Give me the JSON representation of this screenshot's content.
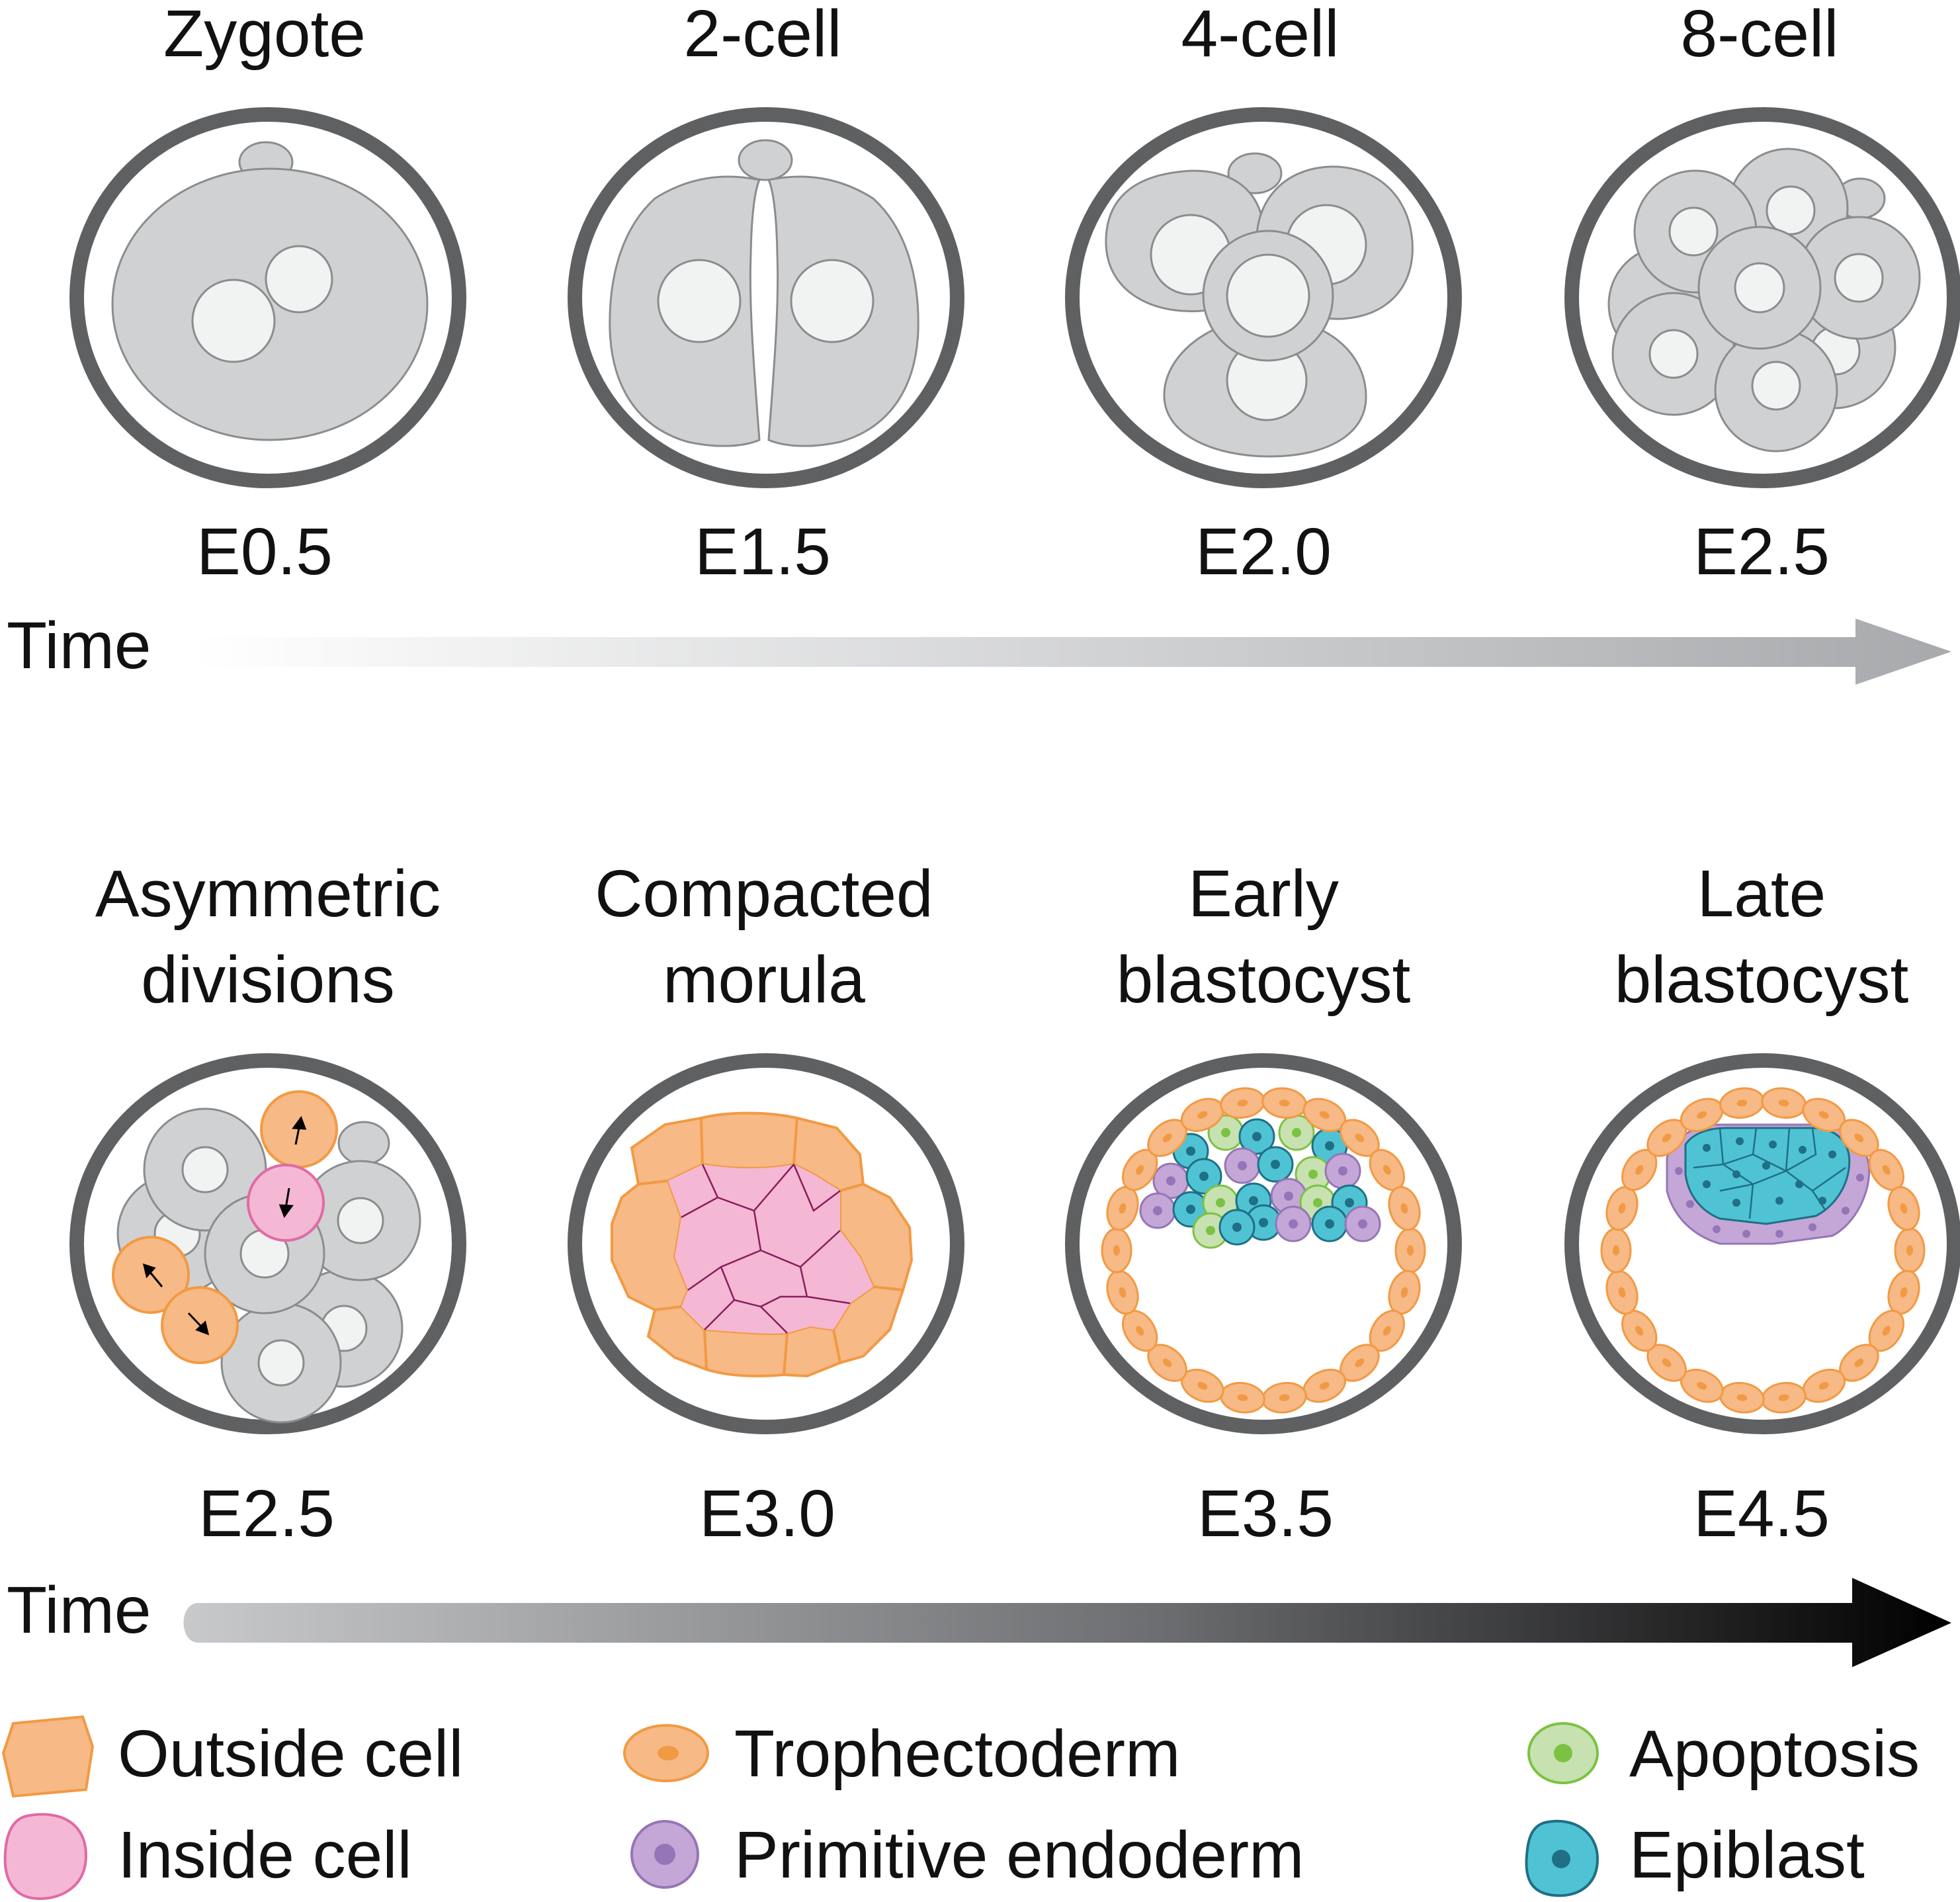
{
  "stages": [
    {
      "name": "Zygote",
      "time": "E0.5"
    },
    {
      "name": "2-cell",
      "time": "E1.5"
    },
    {
      "name": "4-cell",
      "time": "E2.0"
    },
    {
      "name": "8-cell",
      "time": "E2.5"
    },
    {
      "name_line1": "Asymmetric",
      "name_line2": "divisions",
      "time": "E2.5"
    },
    {
      "name_line1": "Compacted",
      "name_line2": "morula",
      "time": "E3.0"
    },
    {
      "name_line1": "Early",
      "name_line2": "blastocyst",
      "time": "E3.5"
    },
    {
      "name_line1": "Late",
      "name_line2": "blastocyst",
      "time": "E4.5"
    }
  ],
  "time_axis": {
    "label": "Time"
  },
  "legend": [
    {
      "label": "Outside cell",
      "color": "#f7b985"
    },
    {
      "label": "Inside cell",
      "color": "#f4b8d4"
    },
    {
      "label": "Trophectoderm",
      "color": "#f7b985"
    },
    {
      "label": "Primitive endoderm",
      "color": "#c4a7d6"
    },
    {
      "label": "Apoptosis",
      "color": "#c7e1b0"
    },
    {
      "label": "Epiblast",
      "color": "#4fc3d3"
    }
  ],
  "colors": {
    "zona": "#5f6062",
    "cell_gray": "#d0d1d3",
    "nucleus": "#f1f2f2",
    "outside": "#f7b985",
    "outside_stroke": "#f19a44",
    "inside": "#f4b8d4",
    "inside_stroke": "#e06aa6",
    "pe": "#c4a7d6",
    "pe_nucleus": "#9575b8",
    "epi": "#4fc3d3",
    "epi_nucleus": "#1f6f86",
    "apop": "#c7e1b0",
    "apop_nucleus": "#7cc242"
  }
}
